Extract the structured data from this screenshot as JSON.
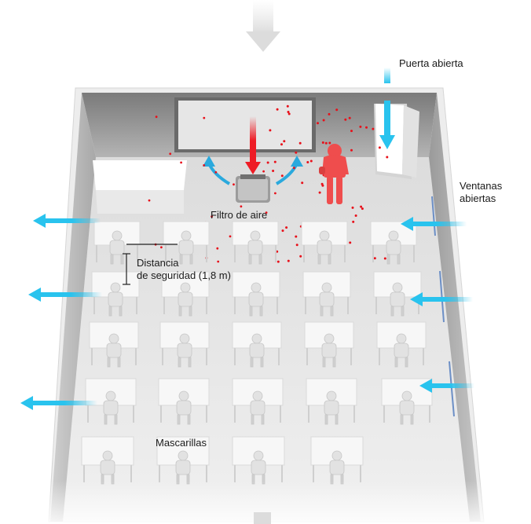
{
  "labels": {
    "door": "Puerta abierta",
    "windows": [
      "Ventanas",
      "abiertas"
    ],
    "filter": "Filtro de aire",
    "distance": [
      "Distancia",
      "de seguridad (1,8 m)"
    ],
    "masks": "Mascarillas"
  },
  "colors": {
    "airflow": "#29c3ee",
    "filtered_air": "#2aa9dd",
    "infected_person": "#ef4d4d",
    "aerosol": "#e8101a",
    "intake_arrow": "#ee1c25",
    "wall_exterior": "#ededed",
    "back_wall": "#8a8a8a",
    "floor": "#e4e4e4",
    "desk": "#f6f6f6"
  },
  "icons": [
    "air-filter-icon",
    "infected-person-icon",
    "student-icon",
    "airflow-arrow-icon"
  ]
}
